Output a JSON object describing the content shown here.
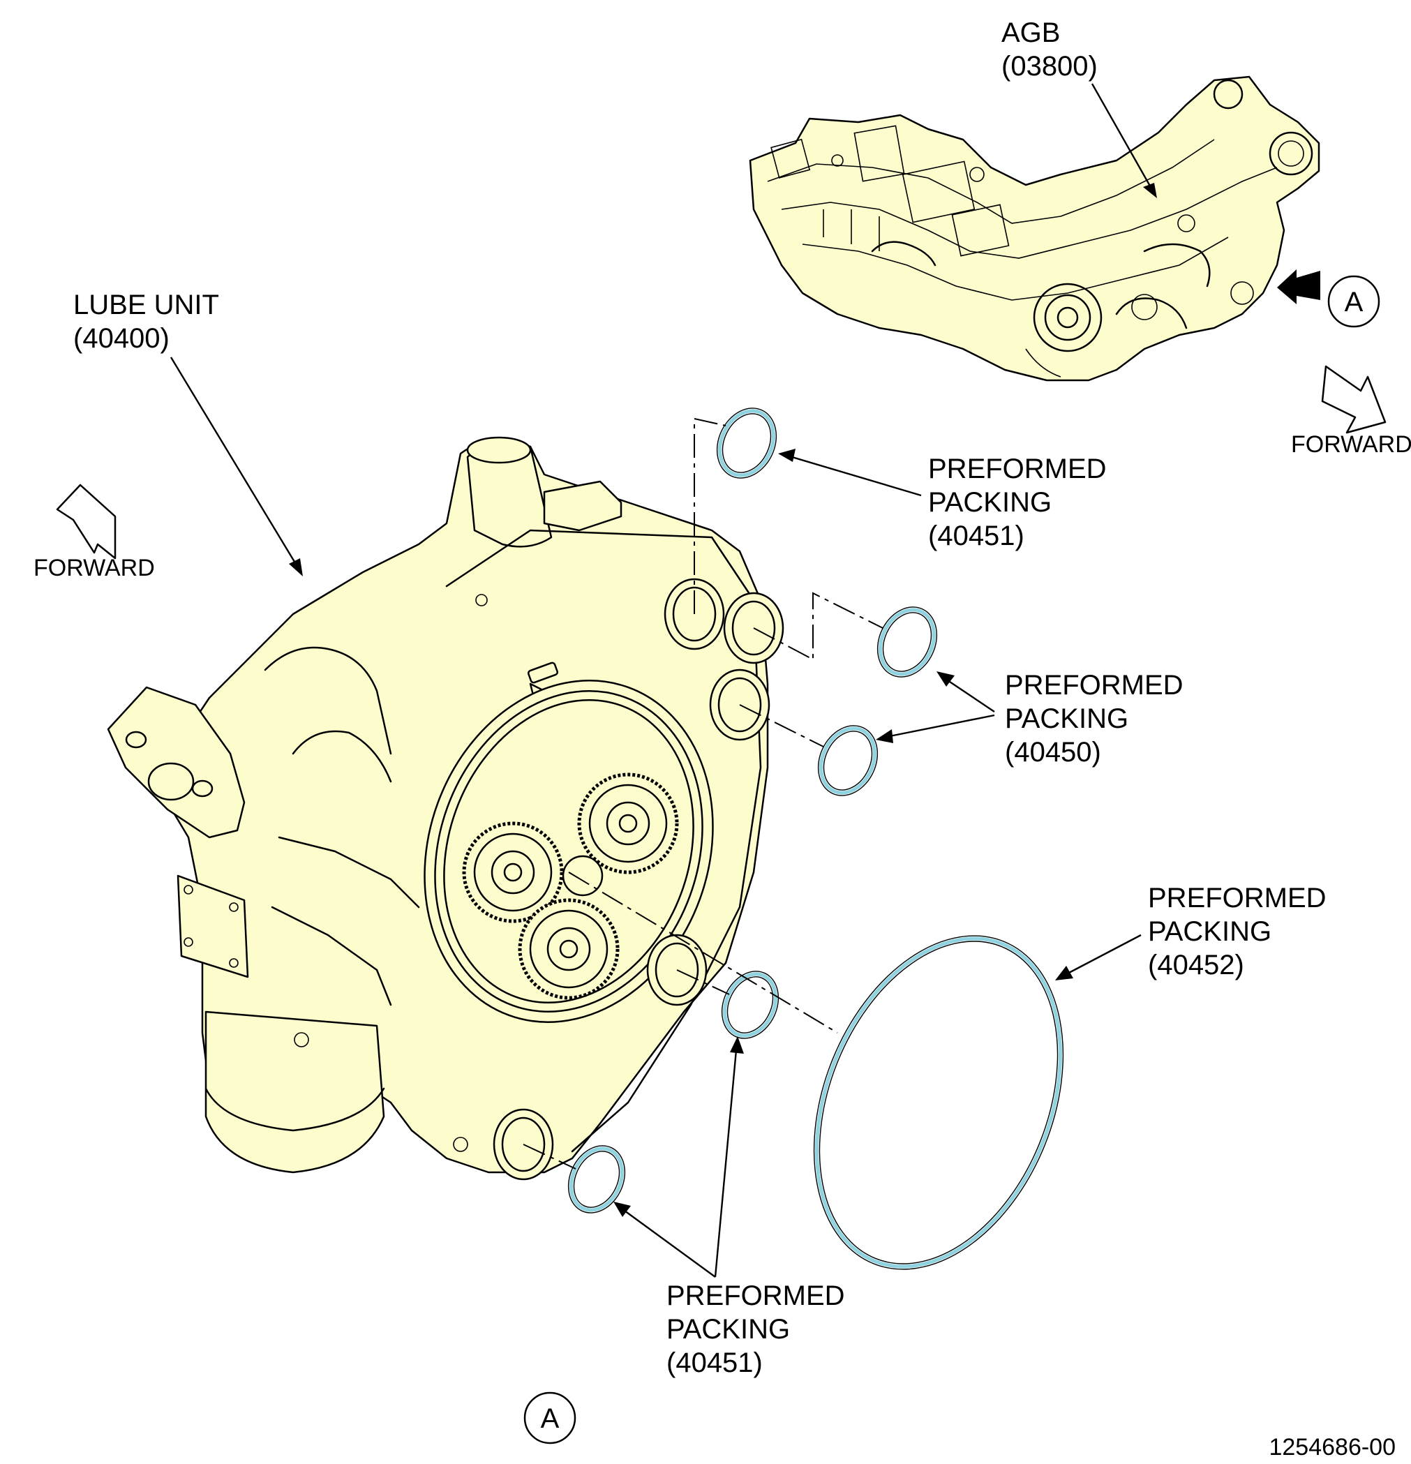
{
  "colors": {
    "part_fill": "#fdfccd",
    "packing_ring": "#8fd3e0",
    "ink": "#000000"
  },
  "labels": {
    "agb": {
      "name": "AGB",
      "code": "(03800)"
    },
    "lube_unit": {
      "name": "LUBE UNIT",
      "code": "(40400)"
    },
    "packing_40451_top": {
      "line1": "PREFORMED",
      "line2": "PACKING",
      "code": "(40451)"
    },
    "packing_40450": {
      "line1": "PREFORMED",
      "line2": "PACKING",
      "code": "(40450)"
    },
    "packing_40452": {
      "line1": "PREFORMED",
      "line2": "PACKING",
      "code": "(40452)"
    },
    "packing_40451_bottom": {
      "line1": "PREFORMED",
      "line2": "PACKING",
      "code": "(40451)"
    },
    "forward_left": "FORWARD",
    "forward_right": "FORWARD",
    "view_callout_top": "A",
    "view_callout_bottom": "A",
    "drawing_number": "1254686-00"
  },
  "icons": {
    "forward_arrow": "forward-arrow-icon",
    "view_arrow": "view-direction-arrow-icon"
  }
}
